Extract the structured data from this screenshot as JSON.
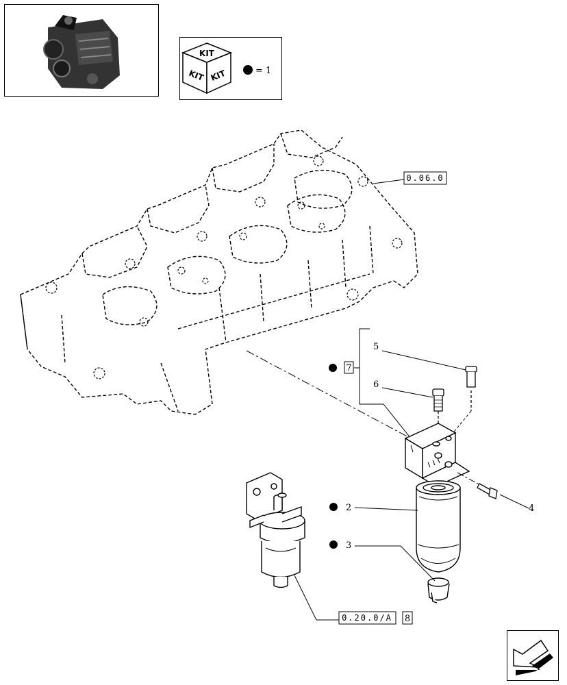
{
  "kit_legend": {
    "kit_words": [
      "KIT",
      "KIT",
      "KIT"
    ],
    "equals_text": "= 1"
  },
  "references": {
    "head_ref": "0.06.0",
    "filter_ref": "0.20.0/A",
    "filter_ref_page": "8",
    "bracket_ref": "7"
  },
  "callouts": [
    {
      "number": "5",
      "kit": false
    },
    {
      "number": "6",
      "kit": false
    },
    {
      "number": "4",
      "kit": false
    },
    {
      "number": "2",
      "kit": true
    },
    {
      "number": "3",
      "kit": true
    }
  ],
  "icons": {
    "thumbnail": "engine-thumbnail-icon",
    "kit_cube": "kit-cube-icon",
    "kit_dot": "filled-dot-icon",
    "nav": "next-page-arrow-icon"
  }
}
